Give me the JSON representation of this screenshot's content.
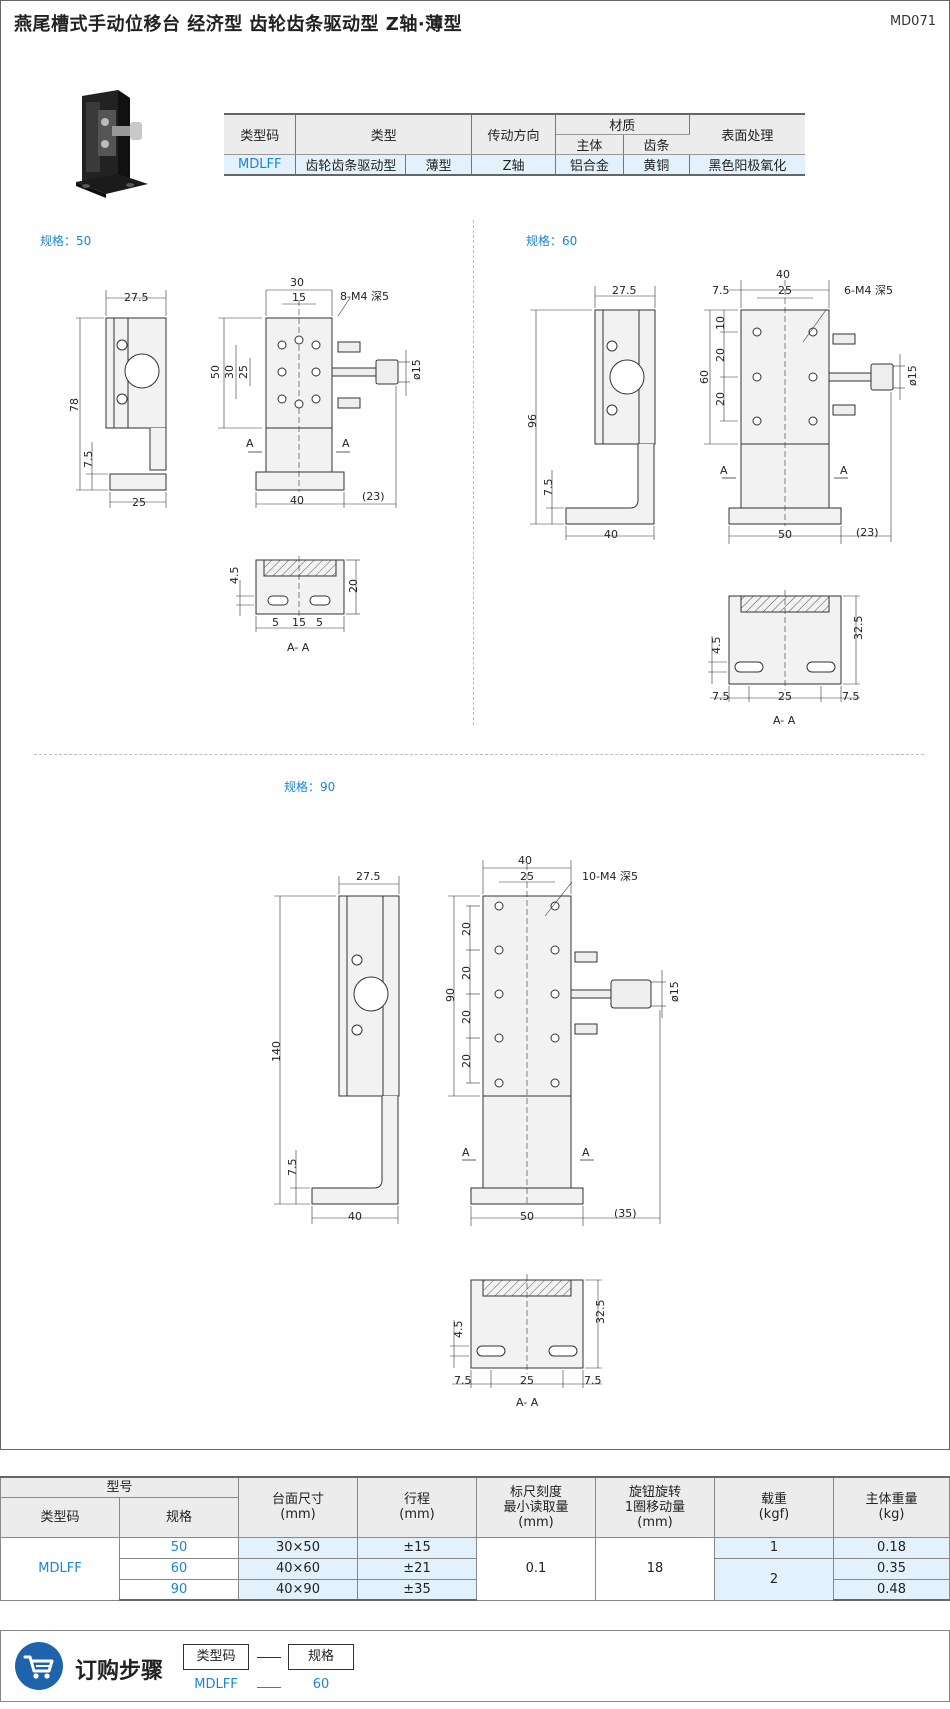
{
  "header": {
    "title": "燕尾槽式手动位移台  经济型  齿轮齿条驱动型  Z轴·薄型",
    "doc_code": "MD071"
  },
  "spec_table": {
    "h_code": "类型码",
    "h_type": "类型",
    "h_direction": "传动方向",
    "h_material": "材质",
    "h_body": "主体",
    "h_rack": "齿条",
    "h_surface": "表面处理",
    "code": "MDLFF",
    "type1": "齿轮齿条驱动型",
    "type2": "薄型",
    "direction": "Z轴",
    "body": "铝合金",
    "rack": "黄铜",
    "surface": "黑色阳极氧化"
  },
  "drawings": {
    "size50": {
      "label": "规格：50",
      "dims": {
        "d27_5": "27.5",
        "d78": "78",
        "d7_5": "7.5",
        "d25": "25",
        "d30": "30",
        "d15": "15",
        "hole": "8-M4 深5",
        "d50": "50",
        "dv30": "30",
        "dv25": "25",
        "dia": "ø15",
        "d40": "40",
        "d23": "(23)",
        "A": "A"
      },
      "section": {
        "d4_5": "4.5",
        "d20": "20",
        "d5a": "5",
        "d15": "15",
        "d5b": "5",
        "label": "A- A"
      }
    },
    "size60": {
      "label": "规格：60",
      "dims": {
        "d27_5": "27.5",
        "d96": "96",
        "d7_5": "7.5",
        "d40": "40",
        "d40b": "40",
        "d7_5b": "7.5",
        "d25": "25",
        "hole": "6-M4 深5",
        "d10": "10",
        "d20a": "20",
        "d20b": "20",
        "d60": "60",
        "dia": "ø15",
        "d50": "50",
        "d23": "(23)",
        "A": "A"
      },
      "section": {
        "d4_5": "4.5",
        "d32_5": "32.5",
        "d7_5a": "7.5",
        "d25": "25",
        "d7_5b": "7.5",
        "label": "A- A"
      }
    },
    "size90": {
      "label": "规格：90",
      "dims": {
        "d27_5": "27.5",
        "d140": "140",
        "d7_5": "7.5",
        "d40": "40",
        "d40b": "40",
        "d25": "25",
        "hole": "10-M4 深5",
        "d20a": "20",
        "d20b": "20",
        "d20c": "20",
        "d20d": "20",
        "d90": "90",
        "dia": "ø15",
        "d50": "50",
        "d35": "(35)",
        "A": "A"
      },
      "section": {
        "d4_5": "4.5",
        "d32_5": "32.5",
        "d7_5a": "7.5",
        "d25": "25",
        "d7_5b": "7.5",
        "label": "A- A"
      }
    }
  },
  "model_table": {
    "h_model": "型号",
    "h_code": "类型码",
    "h_spec": "规格",
    "h_stage": "台面尺寸\n(mm)",
    "h_stroke": "行程\n(mm)",
    "h_scale": "标尺刻度\n最小读取量\n(mm)",
    "h_knob": "旋钮旋转\n1圈移动量\n(mm)",
    "h_load": "载重\n(kgf)",
    "h_weight": "主体重量\n(kg)",
    "code": "MDLFF",
    "scale": "0.1",
    "knob": "18",
    "rows": [
      {
        "spec": "50",
        "stage": "30×50",
        "stroke": "±15",
        "weight": "0.18"
      },
      {
        "spec": "60",
        "stage": "40×60",
        "stroke": "±21",
        "weight": "0.35"
      },
      {
        "spec": "90",
        "stage": "40×90",
        "stroke": "±35",
        "weight": "0.48"
      }
    ],
    "load1": "1",
    "load2": "2"
  },
  "order": {
    "title": "订购步骤",
    "box1": "类型码",
    "box2": "规格",
    "val1": "MDLFF",
    "val2": "60"
  },
  "colors": {
    "accent": "#1a87d0",
    "highlight": "#e2f1fb",
    "cart_bg": "#1f63ad"
  }
}
